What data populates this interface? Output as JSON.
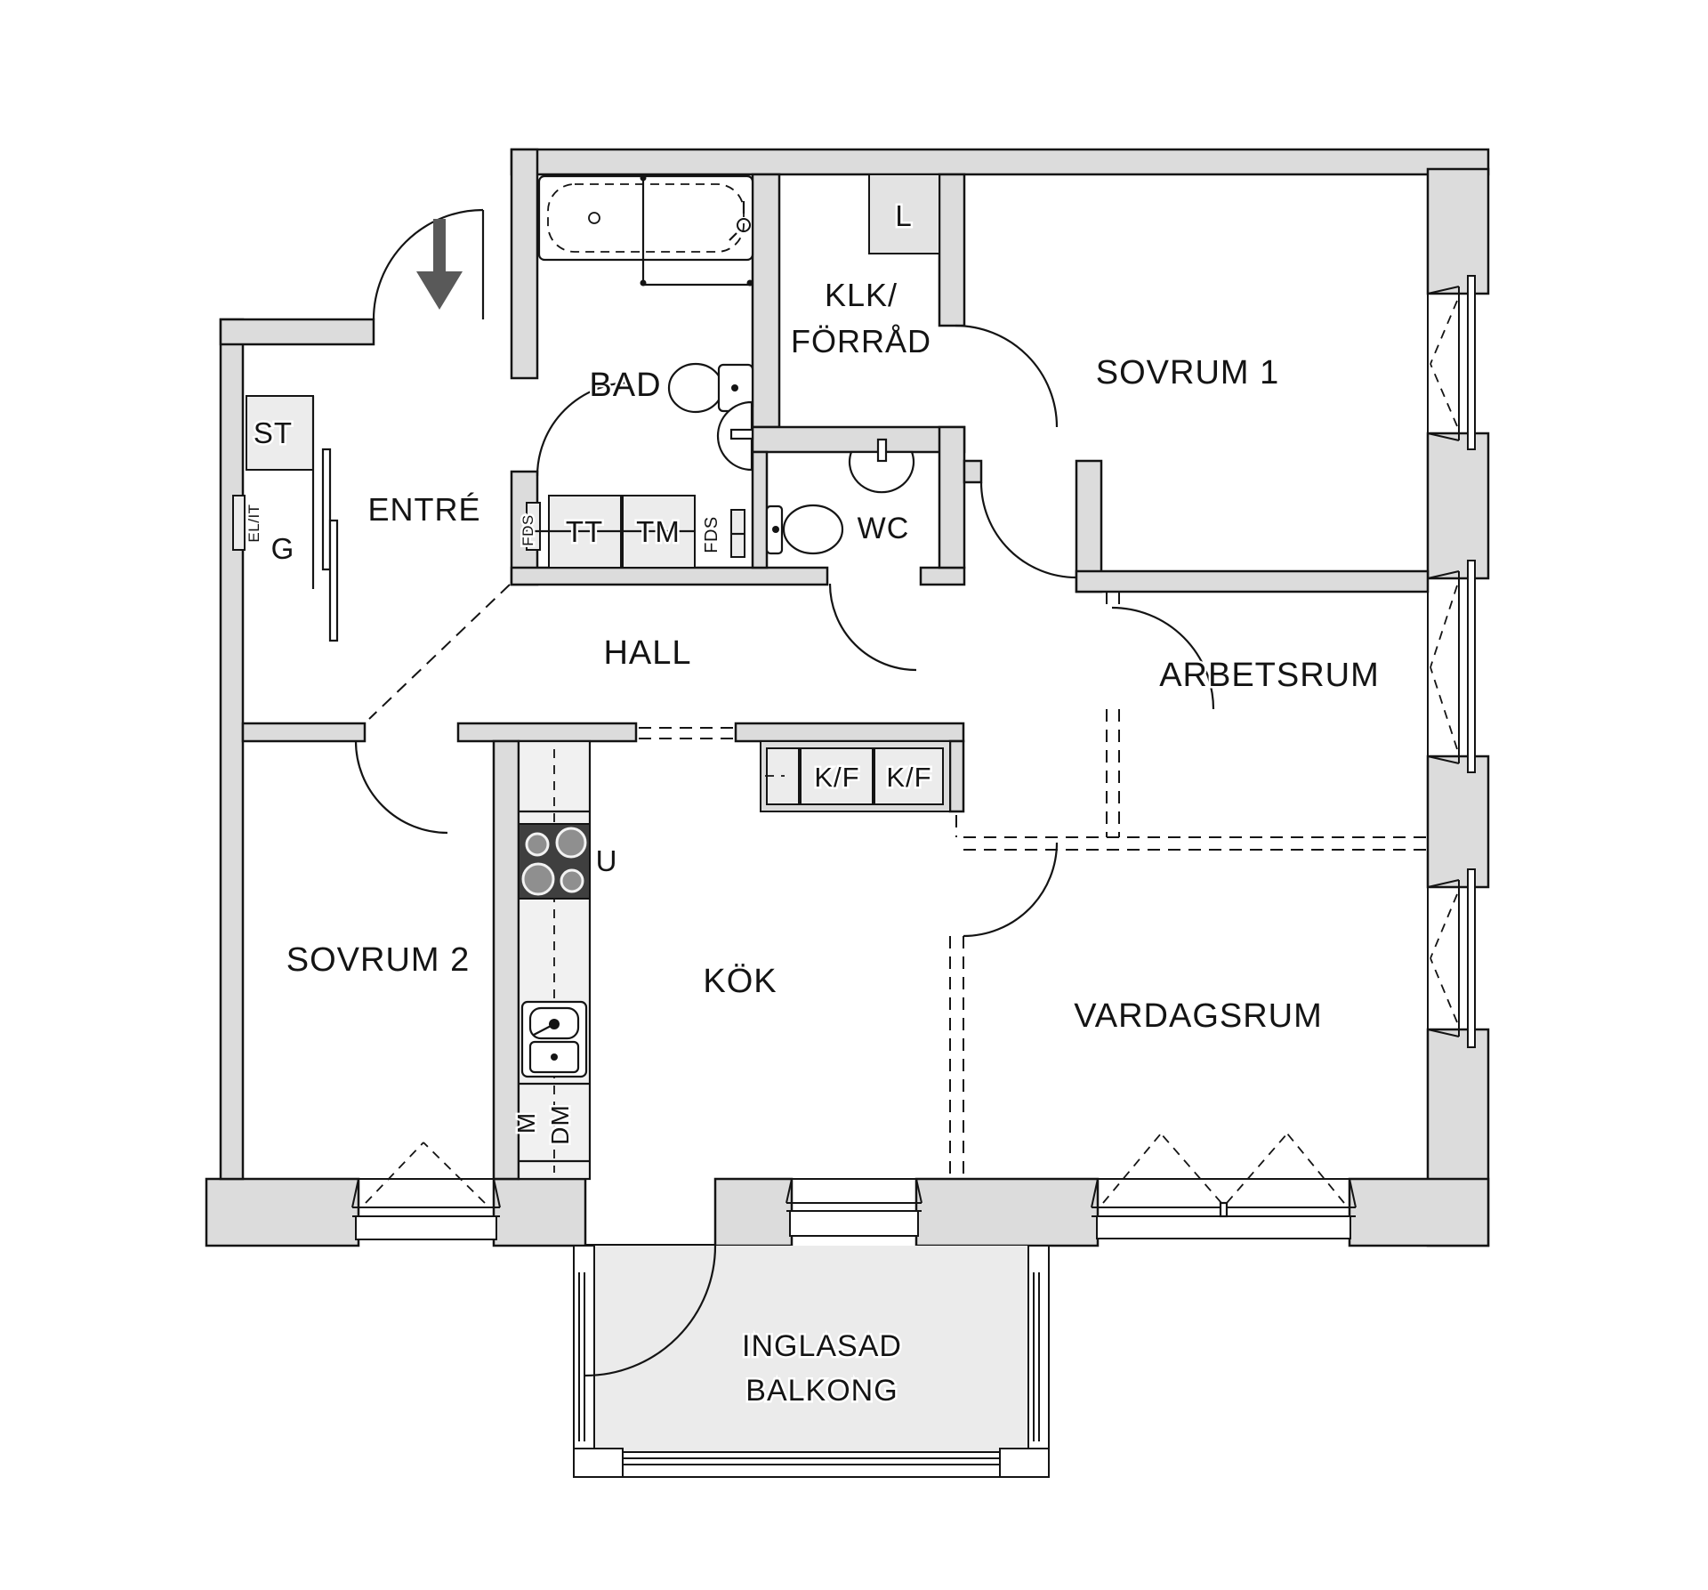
{
  "title": "Apartment floor plan (Swedish)",
  "colors": {
    "wall_fill": "#dcdcdc",
    "outline": "#141414",
    "appliance_fill": "#ececec",
    "counter_fill": "#f1f1f1",
    "stove_dark": "#3f3f3f",
    "shaft_fill": "#e3e3e3",
    "balcony_floor": "#ebebeb",
    "entry_arrow": "#595959"
  },
  "labels": {
    "entre": "ENTRÉ",
    "bad": "BAD",
    "klk1": "KLK/",
    "klk2": "FÖRRÅD",
    "sovrum1": "SOVRUM 1",
    "wc": "WC",
    "hall": "HALL",
    "arbetsrum": "ARBETSRUM",
    "sovrum2": "SOVRUM 2",
    "kok": "KÖK",
    "vardagsrum": "VARDAGSRUM",
    "balkong1": "INGLASAD",
    "balkong2": "BALKONG",
    "st": "ST",
    "g": "G",
    "el_it": "EL/IT",
    "fds_left": "FDS",
    "tt": "TT",
    "tm": "TM",
    "fds_right": "FDS",
    "l": "L",
    "kf_1": "K/F",
    "kf_2": "K/F",
    "u": "U",
    "m": "M",
    "dm": "DM"
  }
}
